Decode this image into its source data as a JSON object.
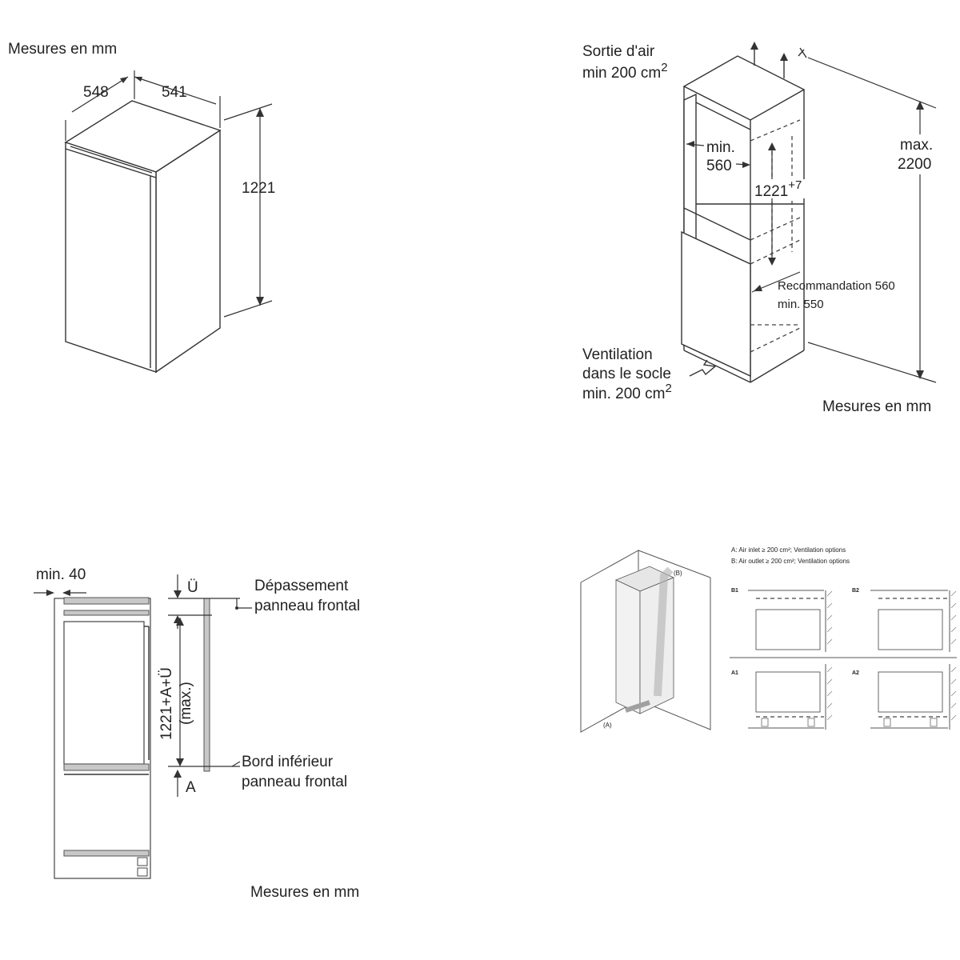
{
  "unit_label": "Mesures en mm",
  "panel_dimensions": {
    "unit_label": "Mesures en mm",
    "depth": "548",
    "width": "541",
    "height": "1221"
  },
  "panel_niche": {
    "air_outlet_line1": "Sortie d'air",
    "air_outlet_line2": "min 200 cm",
    "superscript_2": "2",
    "niche_width_line1": "min.",
    "niche_width_line2": "560",
    "niche_height": "1221",
    "niche_height_tolerance": "+7",
    "max_height_line1": "max.",
    "max_height_line2": "2200",
    "depth_recommendation": "Recommandation 560",
    "depth_minimum": "min. 550",
    "ventilation_line1": "Ventilation",
    "ventilation_line2": "dans le socle",
    "ventilation_line3": "min. 200 cm",
    "unit_label": "Mesures en mm"
  },
  "panel_door": {
    "gap": "min. 40",
    "overhang_symbol": "Ü",
    "overhang_line1": "Dépassement",
    "overhang_line2": "panneau frontal",
    "door_height_line1": "1221+A+Ü",
    "door_height_line2": "(max.)",
    "bottom_edge_line1": "Bord inférieur",
    "bottom_edge_line2": "panneau frontal",
    "bottom_symbol": "A",
    "unit_label": "Mesures en mm"
  },
  "panel_ventilation": {
    "legend_a": "A: Air inlet ≥ 200 cm²; Ventilation options",
    "legend_b": "B: Air outlet ≥ 200 cm²; Ventilation options",
    "inlet_marker": "(A)",
    "outlet_marker": "(B)",
    "options": [
      "B1",
      "B2",
      "A1",
      "A2"
    ]
  }
}
